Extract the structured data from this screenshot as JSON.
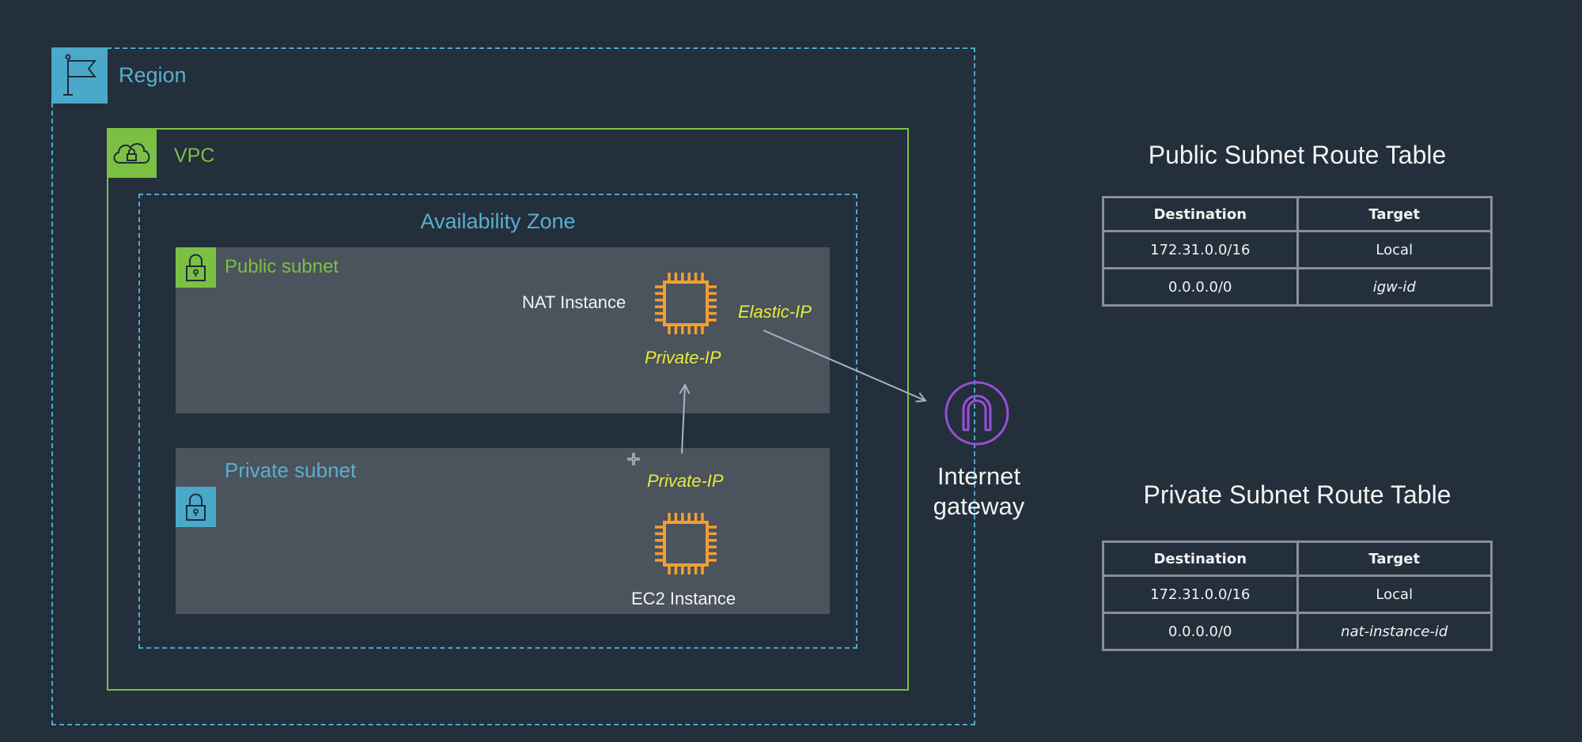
{
  "diagram": {
    "region": {
      "label": "Region",
      "icon": "flag-icon",
      "color": "#4aa9c9"
    },
    "vpc": {
      "label": "VPC",
      "icon": "cloud-lock-icon",
      "color": "#7bc043"
    },
    "availability_zone": {
      "label": "Availability Zone",
      "color": "#4aa9c9"
    },
    "public_subnet": {
      "label": "Public subnet",
      "icon": "padlock-icon",
      "color": "#7bc043",
      "nat_instance": {
        "label": "NAT Instance",
        "icon": "cpu-chip-icon",
        "elastic_ip": "Elastic-IP",
        "private_ip": "Private-IP"
      }
    },
    "private_subnet": {
      "label": "Private subnet",
      "icon": "padlock-icon",
      "color": "#4aa9c9",
      "ec2_instance": {
        "label": "EC2 Instance",
        "icon": "cpu-chip-icon",
        "private_ip": "Private-IP"
      }
    },
    "internet_gateway": {
      "label_line1": "Internet",
      "label_line2": "gateway",
      "icon": "internet-gateway-icon",
      "color": "#9b4fd8"
    },
    "connections": [
      {
        "from": "EC2 Instance Private-IP",
        "to": "NAT Instance Private-IP"
      },
      {
        "from": "NAT Instance Elastic-IP",
        "to": "Internet gateway"
      }
    ],
    "colors": {
      "chip": "#f0a032",
      "ip_text": "#e5ec3a",
      "arrow": "#a7b3c7"
    }
  },
  "route_tables": {
    "public": {
      "title": "Public Subnet  Route Table",
      "headers": [
        "Destination",
        "Target"
      ],
      "rows": [
        [
          "172.31.0.0/16",
          "Local"
        ],
        [
          "0.0.0.0/0",
          "igw-id"
        ]
      ]
    },
    "private": {
      "title": "Private Subnet  Route Table",
      "headers": [
        "Destination",
        "Target"
      ],
      "rows": [
        [
          "172.31.0.0/16",
          "Local"
        ],
        [
          "0.0.0.0/0",
          "nat-instance-id"
        ]
      ]
    }
  }
}
